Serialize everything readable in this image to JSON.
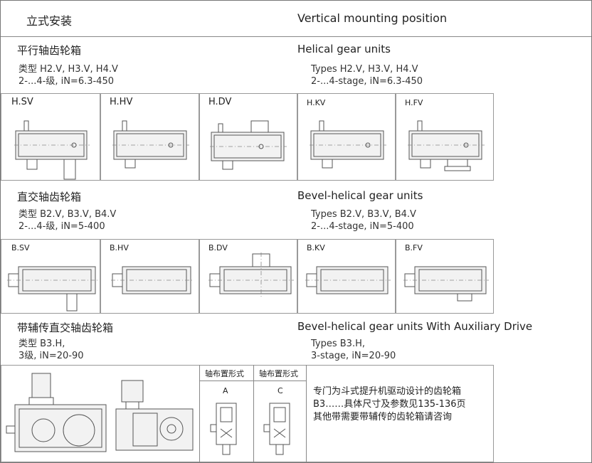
{
  "header": {
    "title_cn": "立式安装",
    "title_en": "Vertical mounting position"
  },
  "helical": {
    "title_cn": "平行轴齿轮箱",
    "title_en": "Helical gear units",
    "types_cn": "类型 H2.V, H3.V, H4.V",
    "stages_cn": "2-...4-级, iN=6.3-450",
    "types_en": "Types H2.V, H3.V, H4.V",
    "stages_en": "2-...4-stage, iN=6.3-450",
    "cells": [
      "H.SV",
      "H.HV",
      "H.DV",
      "H.KV",
      "H.FV"
    ]
  },
  "bevel": {
    "title_cn": "直交轴齿轮箱",
    "title_en": "Bevel-helical gear units",
    "types_cn": "类型 B2.V, B3.V, B4.V",
    "stages_cn": "2-...4-级, iN=5-400",
    "types_en": "Types B2.V, B3.V, B4.V",
    "stages_en": "2-...4-stage, iN=5-400",
    "cells": [
      "B.SV",
      "B.HV",
      "B.DV",
      "B.KV",
      "B.FV"
    ]
  },
  "auxiliary": {
    "title_cn": "带辅传直交轴齿轮箱",
    "title_en": "Bevel-helical gear units With Auxiliary Drive",
    "types_cn": "类型  B3.H,",
    "stages_cn": "3级, iN=20-90",
    "types_en": "Types  B3.H,",
    "stages_en": "3-stage, iN=20-90",
    "arrangement_label_1": "轴布置形式",
    "arrangement_label_2": "轴布置形式",
    "arrangement_a": "A",
    "arrangement_c": "C",
    "note_line_1": "专门为斗式提升机驱动设计的齿轮箱",
    "note_line_2": "B3……具体尺寸及参数见135-136页",
    "note_line_3": "其他带需要带辅传的齿轮箱请咨询"
  }
}
